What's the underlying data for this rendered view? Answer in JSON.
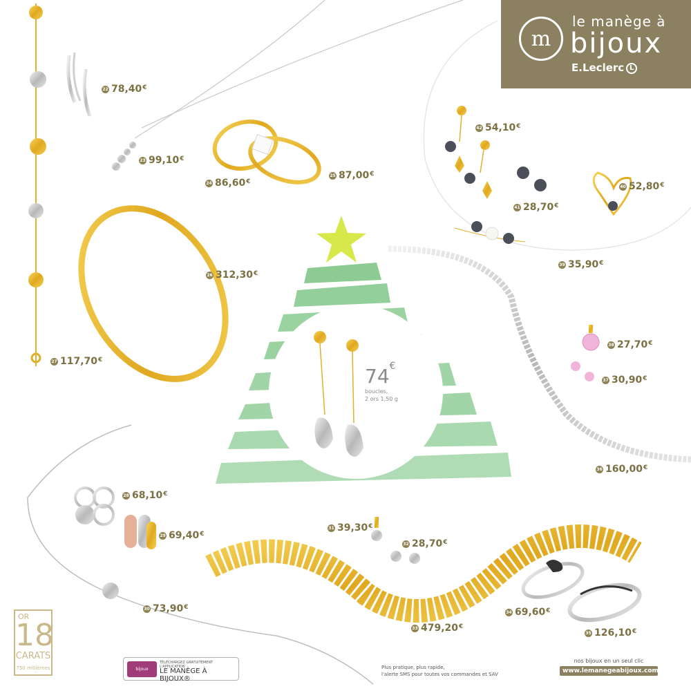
{
  "brand": {
    "line1": "le manège à",
    "line2": "bijoux",
    "line3": "E.Leclerc",
    "monogram": "m",
    "l_letter": "L",
    "color": "#8b8160"
  },
  "products": [
    {
      "num": "22",
      "price": "78,40",
      "currency": "€"
    },
    {
      "num": "23",
      "price": "99,10",
      "currency": "€"
    },
    {
      "num": "24",
      "price": "86,60",
      "currency": "€"
    },
    {
      "num": "25",
      "price": "87,00",
      "currency": "€"
    },
    {
      "num": "26",
      "price": "312,30",
      "currency": "€"
    },
    {
      "num": "27",
      "price": "117,70",
      "currency": "€"
    },
    {
      "num": "42",
      "price": "54,10",
      "currency": "€"
    },
    {
      "num": "41",
      "price": "28,70",
      "currency": "€"
    },
    {
      "num": "40",
      "price": "52,80",
      "currency": "€"
    },
    {
      "num": "39",
      "price": "35,90",
      "currency": "€"
    },
    {
      "num": "38",
      "price": "27,70",
      "currency": "€"
    },
    {
      "num": "37",
      "price": "30,90",
      "currency": "€"
    },
    {
      "num": "36",
      "price": "160,00",
      "currency": "€"
    },
    {
      "num": "28",
      "price": "68,10",
      "currency": "€"
    },
    {
      "num": "29",
      "price": "69,40",
      "currency": "€"
    },
    {
      "num": "30",
      "price": "73,90",
      "currency": "€"
    },
    {
      "num": "31",
      "price": "39,30",
      "currency": "€"
    },
    {
      "num": "32",
      "price": "28,70",
      "currency": "€"
    },
    {
      "num": "33",
      "price": "479,20",
      "currency": "€"
    },
    {
      "num": "34",
      "price": "69,60",
      "currency": "€"
    },
    {
      "num": "35",
      "price": "126,10",
      "currency": "€"
    }
  ],
  "feature": {
    "price": "74",
    "currency": "€",
    "desc_line1": "boucles,",
    "desc_line2": "2 ors 1,50 g"
  },
  "carats": {
    "or": "OR",
    "number": "18",
    "label": "CARATS",
    "fineness": "750 millièmes"
  },
  "app": {
    "icon_text": "bijoux",
    "line1": "TÉLÉCHARGEZ GRATUITEMENT L'APPLICATION",
    "line2": "LE MANÈGE À BIJOUX®"
  },
  "sms": {
    "line1": "Plus pratique, plus rapide,",
    "line2": "l'alerte SMS pour toutes vos commandes et SAV"
  },
  "online": {
    "tagline": "nos bijoux en un seul clic",
    "url": "www.lemanegeabijoux.com"
  },
  "colors": {
    "gold": "#e3b32c",
    "silver": "#c8c8c8",
    "tree_green": "#6fbf78",
    "star": "#d7e84a",
    "price_text": "#7a7042"
  }
}
